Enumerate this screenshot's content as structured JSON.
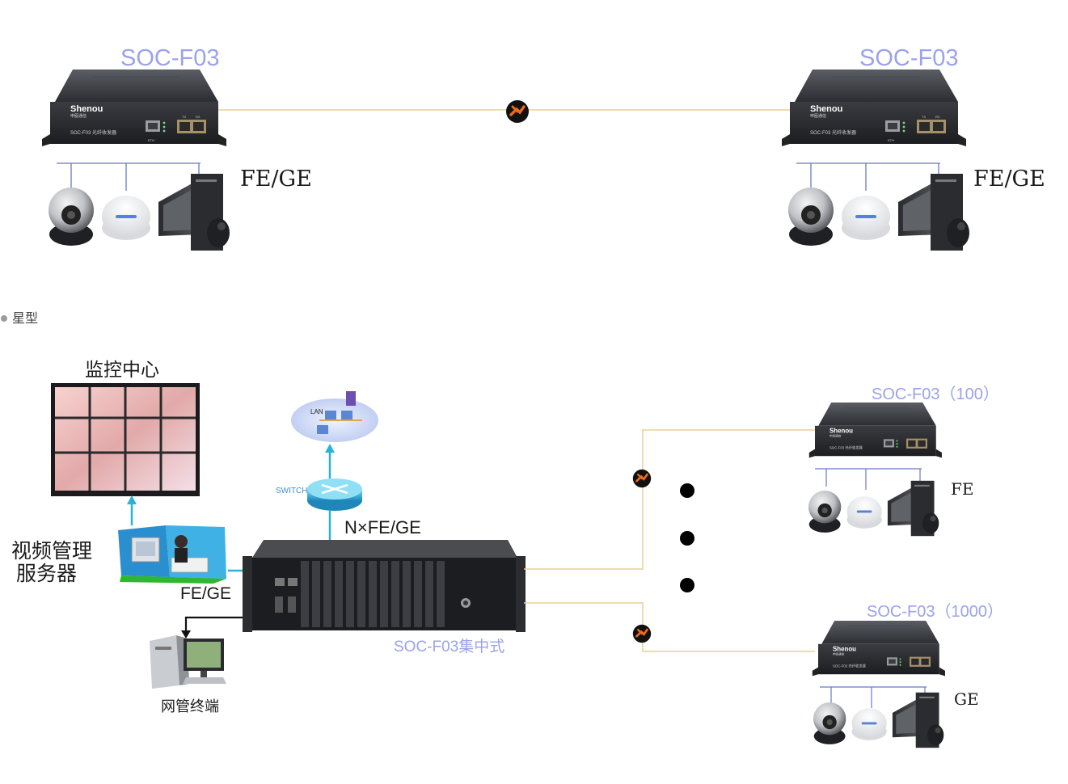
{
  "colors": {
    "label_blue": "#9aa2ec",
    "fiber_line": "#e8cf9a",
    "lan_line": "#6a78c8",
    "cyan_link": "#27b4d6",
    "device_dark": "#2a2c30",
    "connector_orange": "#ec6a1a"
  },
  "top": {
    "left_device": {
      "model_label": "SOC-F03",
      "brand": "Shenou",
      "brand_cn": "申瓯通信",
      "panel_text": "SOC-F03 光纤收发器",
      "eth_label": "ETH",
      "tx_label": "TX",
      "rx_label": "RX"
    },
    "right_device": {
      "model_label": "SOC-F03",
      "brand": "Shenou",
      "brand_cn": "申瓯通信",
      "panel_text": "SOC-F03 光纤收发器",
      "eth_label": "ETH",
      "tx_label": "TX",
      "rx_label": "RX"
    },
    "left_interface_label": "FE/GE",
    "right_interface_label": "FE/GE",
    "fiber_connector_icon": "fiber-connector-icon"
  },
  "section": {
    "bullet_icon": "bullet-dot-icon",
    "title": "星型"
  },
  "star": {
    "monitor_center_label": "监控中心",
    "video_server_label_line1": "视频管理",
    "video_server_label_line2": "服务器",
    "fe_ge_label": "FE/GE",
    "nms_label": "网管终端",
    "switch_label": "SWITCH",
    "lan_label": "LAN",
    "uplink_label": "N×FE/GE",
    "central_label": "SOC-F03集中式",
    "remote_top": {
      "model_label": "SOC-F03（100）",
      "interface_label": "FE",
      "brand": "Shenou",
      "brand_cn": "申瓯通信",
      "panel_text": "SOC-F03 光纤收发器"
    },
    "remote_bottom": {
      "model_label": "SOC-F03（1000）",
      "interface_label": "GE",
      "brand": "Shenou",
      "brand_cn": "申瓯通信",
      "panel_text": "SOC-F03 光纤收发器"
    }
  }
}
